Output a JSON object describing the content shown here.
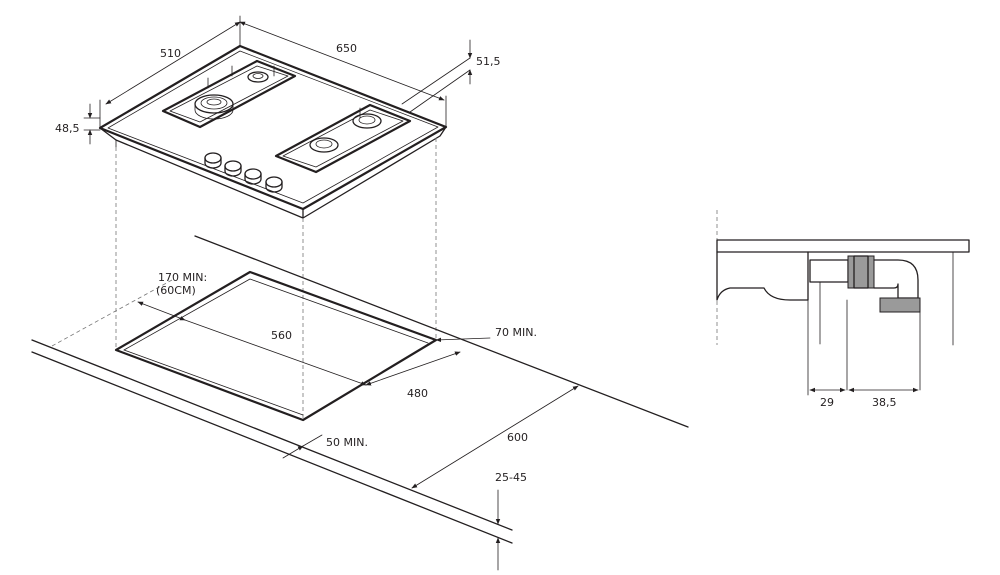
{
  "diagram": {
    "hob_dimensions": {
      "depth": "510",
      "width": "650",
      "frame_height": "51,5",
      "glass_height": "48,5"
    },
    "cutout_dimensions": {
      "back_clearance": "170 MIN:",
      "back_clearance_alt": "(60CM)",
      "cutout_width": "560",
      "cutout_depth": "480",
      "side_clearance": "70 MIN.",
      "front_clearance": "50 MIN.",
      "worktop_depth": "600",
      "worktop_thickness": "25-45"
    },
    "side_view": {
      "offset_1": "29",
      "offset_2": "38,5"
    }
  }
}
